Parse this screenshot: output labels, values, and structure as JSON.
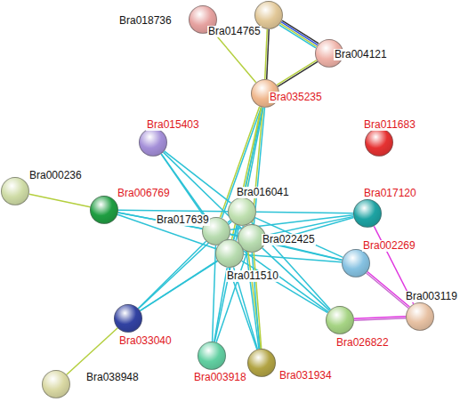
{
  "diagram": {
    "nodes": [
      {
        "text": [
          "Bra018736"
        ]
      },
      {
        "text": [
          "Bra014765"
        ]
      },
      {
        "text": [
          "Bra004121"
        ]
      },
      {
        "text": [
          "Bra035235"
        ]
      },
      {
        "text": [
          "Bra015403"
        ]
      },
      {
        "text": [
          "Bra011683"
        ]
      },
      {
        "text": [
          "Bra000236"
        ]
      },
      {
        "text": [
          "Bra006769"
        ]
      },
      {
        "text": [
          "Bra016041"
        ]
      },
      {
        "text": [
          "Bra017120"
        ]
      },
      {
        "text": [
          "Bra017639"
        ]
      },
      {
        "text": [
          "Bra022425"
        ]
      },
      {
        "text": [
          "Bra002269"
        ]
      },
      {
        "text": [
          "Bra011510"
        ]
      },
      {
        "text": [
          "Bra003119"
        ]
      },
      {
        "text": [
          "Bra033040"
        ]
      },
      {
        "text": [
          "Bra026822"
        ]
      },
      {
        "text": [
          "Bra003918"
        ]
      },
      {
        "text": [
          "Bra031934"
        ]
      },
      {
        "text": [
          "Bra038948"
        ]
      }
    ],
    "edges": [
      {
        "from": 0,
        "to": 3,
        "arrow": "none"
      },
      {
        "from": 1,
        "to": 3,
        "arrow": "none"
      },
      {
        "from": 1,
        "to": 2,
        "arrow": "none"
      },
      {
        "from": 2,
        "to": 3,
        "arrow": "none"
      },
      {
        "from": 3,
        "to": 8,
        "arrow": "none"
      },
      {
        "from": 3,
        "to": 10,
        "arrow": "none"
      },
      {
        "from": 3,
        "to": 11,
        "arrow": "none"
      },
      {
        "from": 3,
        "to": 13,
        "arrow": "none"
      },
      {
        "from": 4,
        "to": 8,
        "arrow": "none"
      },
      {
        "from": 4,
        "to": 10,
        "arrow": "none"
      },
      {
        "from": 4,
        "to": 11,
        "arrow": "none"
      },
      {
        "from": 4,
        "to": 13,
        "arrow": "none"
      },
      {
        "from": 6,
        "to": 7,
        "arrow": "none"
      },
      {
        "from": 7,
        "to": 8,
        "arrow": "none"
      },
      {
        "from": 7,
        "to": 10,
        "arrow": "none"
      },
      {
        "from": 7,
        "to": 11,
        "arrow": "none"
      },
      {
        "from": 7,
        "to": 13,
        "arrow": "none"
      },
      {
        "from": 8,
        "to": 10,
        "arrow": "none"
      },
      {
        "from": 8,
        "to": 11,
        "arrow": "none"
      },
      {
        "from": 8,
        "to": 13,
        "arrow": "none"
      },
      {
        "from": 10,
        "to": 11,
        "arrow": "none"
      },
      {
        "from": 10,
        "to": 13,
        "arrow": "none"
      },
      {
        "from": 11,
        "to": 13,
        "arrow": "none"
      },
      {
        "from": 9,
        "to": 8,
        "arrow": "none"
      },
      {
        "from": 9,
        "to": 10,
        "arrow": "none"
      },
      {
        "from": 9,
        "to": 11,
        "arrow": "none"
      },
      {
        "from": 9,
        "to": 13,
        "arrow": "none"
      },
      {
        "from": 12,
        "to": 8,
        "arrow": "none"
      },
      {
        "from": 12,
        "to": 10,
        "arrow": "none"
      },
      {
        "from": 12,
        "to": 11,
        "arrow": "none"
      },
      {
        "from": 12,
        "to": 13,
        "arrow": "none"
      },
      {
        "from": 16,
        "to": 8,
        "arrow": "none"
      },
      {
        "from": 16,
        "to": 10,
        "arrow": "none"
      },
      {
        "from": 16,
        "to": 11,
        "arrow": "none"
      },
      {
        "from": 16,
        "to": 13,
        "arrow": "none"
      },
      {
        "from": 15,
        "to": 8,
        "arrow": "none"
      },
      {
        "from": 15,
        "to": 10,
        "arrow": "none"
      },
      {
        "from": 15,
        "to": 11,
        "arrow": "none"
      },
      {
        "from": 15,
        "to": 13,
        "arrow": "none"
      },
      {
        "from": 15,
        "to": 19,
        "arrow": "none"
      },
      {
        "from": 17,
        "to": 8,
        "arrow": "none"
      },
      {
        "from": 17,
        "to": 10,
        "arrow": "none"
      },
      {
        "from": 17,
        "to": 11,
        "arrow": "none"
      },
      {
        "from": 17,
        "to": 13,
        "arrow": "none"
      },
      {
        "from": 18,
        "to": 8,
        "arrow": "none"
      },
      {
        "from": 18,
        "to": 10,
        "arrow": "none"
      },
      {
        "from": 18,
        "to": 11,
        "arrow": "none"
      },
      {
        "from": 18,
        "to": 13,
        "arrow": "none"
      },
      {
        "from": 9,
        "to": 14,
        "arrow": "none"
      },
      {
        "from": 12,
        "to": 14,
        "arrow": "none"
      },
      {
        "from": 16,
        "to": 14,
        "arrow": "none"
      }
    ]
  }
}
